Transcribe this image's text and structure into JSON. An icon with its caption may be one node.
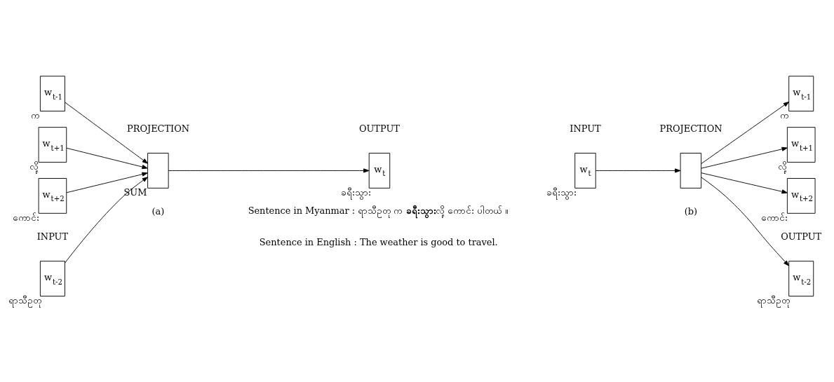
{
  "diagram": {
    "nodes": [
      {
        "text": [
          "w$_{t-2}$"
        ],
        "beside": [
          "ရာသီဥတု"
        ]
      },
      {
        "text": [
          "w$_{t-1}$"
        ],
        "beside": [
          "က"
        ]
      },
      {
        "text": [
          "w$_{t+1}$"
        ],
        "beside": [
          "လို့"
        ]
      },
      {
        "text": [
          "w$_{t+2}$"
        ],
        "beside": [
          "ကောင်း"
        ]
      },
      {
        "text": [],
        "shape": "box",
        "beside": [
          "SUM"
        ]
      },
      {
        "text": [
          "w$_{t}$"
        ],
        "beside": [
          "ခရီးသွား"
        ]
      },
      {
        "text": [
          "w$_{t}$"
        ],
        "beside": [
          "ခရီးသွား"
        ]
      },
      {
        "text": [],
        "shape": "box"
      },
      {
        "text": [
          "w$_{t-2}$"
        ],
        "beside": [
          "ရာသီဥတု"
        ]
      },
      {
        "text": [
          "w$_{t-1}$"
        ],
        "beside": [
          "က"
        ]
      },
      {
        "text": [
          "w$_{t+1}$"
        ],
        "beside": [
          "လို့"
        ]
      },
      {
        "text": [
          "w$_{t+2}$"
        ],
        "beside": [
          "ကောင်း"
        ]
      }
    ],
    "edges": [
      {
        "from": 0,
        "to": 4,
        "arrow": "to"
      },
      {
        "from": 1,
        "to": 4,
        "arrow": "to"
      },
      {
        "from": 2,
        "to": 4,
        "arrow": "to"
      },
      {
        "from": 3,
        "to": 4,
        "arrow": "to"
      },
      {
        "from": 4,
        "to": 5,
        "arrow": "to"
      },
      {
        "from": 6,
        "to": 7,
        "arrow": "to"
      },
      {
        "from": 7,
        "to": 8,
        "arrow": "to"
      },
      {
        "from": 7,
        "to": 9,
        "arrow": "to"
      },
      {
        "from": 7,
        "to": 10,
        "arrow": "to"
      },
      {
        "from": 7,
        "to": 11,
        "arrow": "to"
      }
    ],
    "labels": [
      "INPUT",
      "PROJECTION",
      "OUTPUT",
      "INPUT",
      "PROJECTION",
      "OUTPUT",
      "Sentence in Myanmar : ရာသီဥတု က **ခရီးသွား** လို့ ကောင်း ပါတယ် ။",
      "Sentence in English : The weather is good to travel.",
      "(a)",
      "(b)"
    ]
  }
}
